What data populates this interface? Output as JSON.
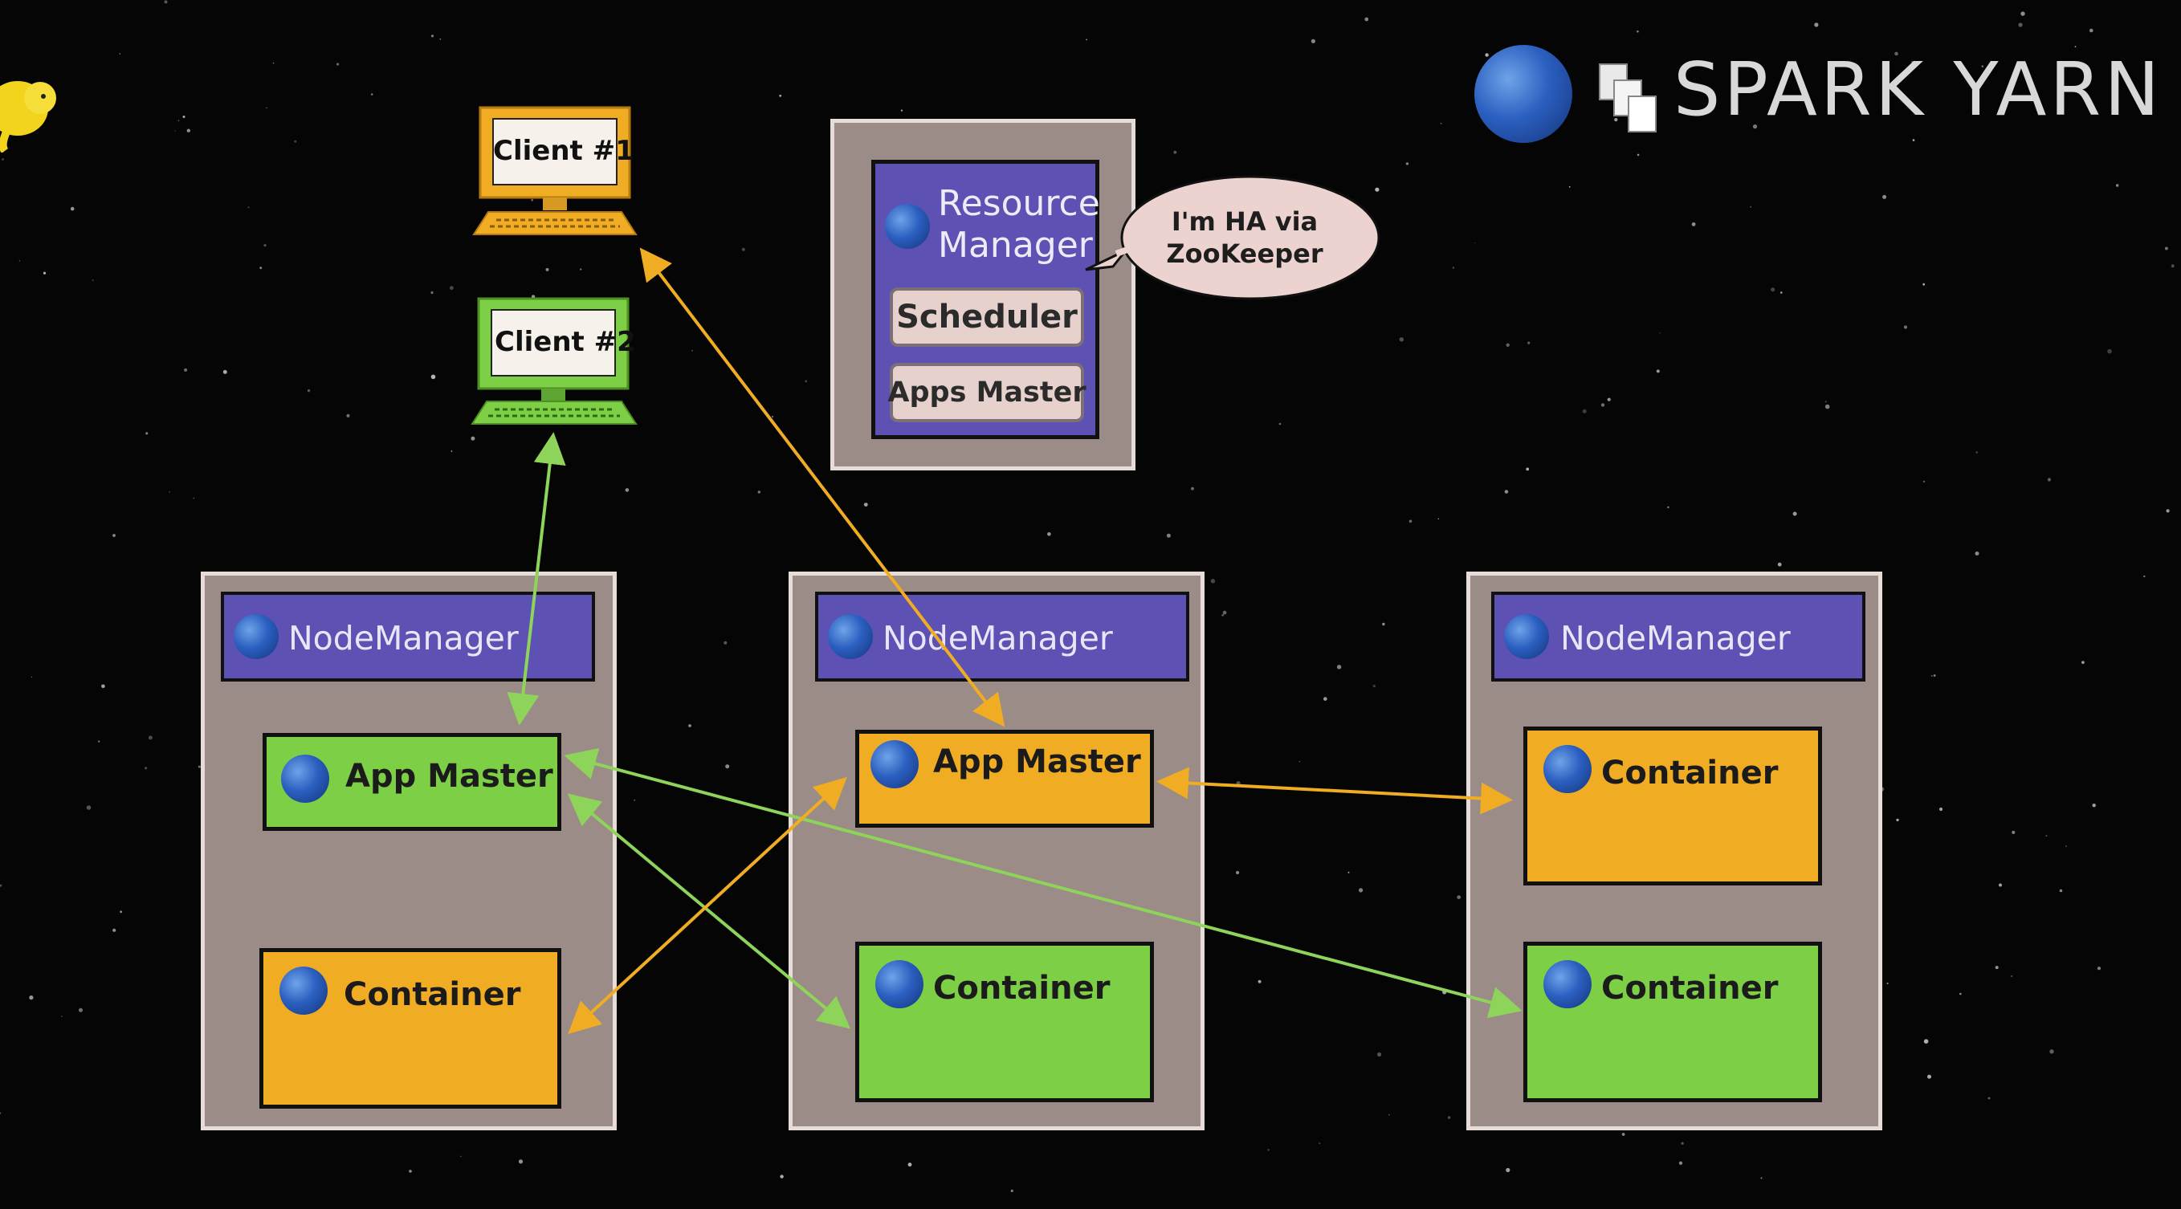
{
  "title": "SPARK YARN",
  "clients": [
    {
      "label": "Client #1",
      "color": "#f0ad24"
    },
    {
      "label": "Client #2",
      "color": "#7dd046"
    }
  ],
  "resource_manager": {
    "title_line1": "Resource",
    "title_line2": "Manager",
    "scheduler": "Scheduler",
    "apps_master": "Apps Master"
  },
  "callout": {
    "line1": "I'm HA via",
    "line2": "ZooKeeper"
  },
  "nodes": [
    {
      "header": "NodeManager",
      "top_box": {
        "label": "App Master",
        "color": "#7dd046"
      },
      "bottom_box": {
        "label": "Container",
        "color": "#f0ad24"
      }
    },
    {
      "header": "NodeManager",
      "top_box": {
        "label": "App Master",
        "color": "#f0ad24"
      },
      "bottom_box": {
        "label": "Container",
        "color": "#7dd046"
      }
    },
    {
      "header": "NodeManager",
      "top_box": {
        "label": "Container",
        "color": "#f0ad24"
      },
      "bottom_box": {
        "label": "Container",
        "color": "#7dd046"
      }
    }
  ],
  "colors": {
    "background": "#050505",
    "panel": "#9b8c88",
    "node_manager": "#5d51b3",
    "green": "#7dd046",
    "orange": "#f0ad24"
  },
  "icons": [
    "hadoop-elephant-icon",
    "blue-globe-icon",
    "documents-icon"
  ]
}
